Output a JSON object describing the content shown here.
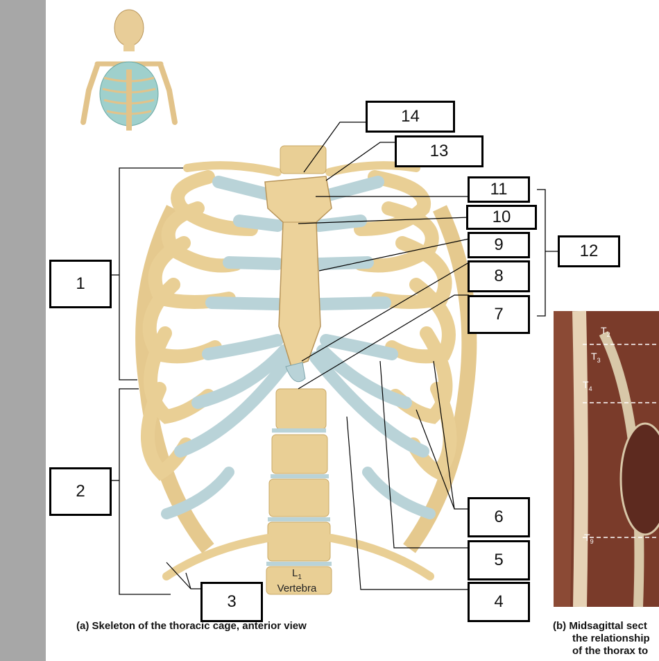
{
  "labels": [
    "1",
    "2",
    "3",
    "4",
    "5",
    "6",
    "7",
    "8",
    "9",
    "10",
    "11",
    "12",
    "13",
    "14"
  ],
  "vertebra": {
    "letter": "L",
    "sub": "1",
    "word": "Vertebra"
  },
  "thoracic": [
    {
      "letter": "T",
      "sub": "2"
    },
    {
      "letter": "T",
      "sub": "3"
    },
    {
      "letter": "T",
      "sub": "4"
    },
    {
      "letter": "T",
      "sub": "9"
    }
  ],
  "captions": {
    "a": "(a) Skeleton of the thoracic cage, anterior view",
    "b_lines": [
      "(b) Midsagittal sect",
      "the relationship",
      "of the thorax to"
    ]
  },
  "colors": {
    "bone": "#e9cf95",
    "cartilage": "#b9d3d8",
    "photo": "#7a3b2a",
    "gutter": "#a7a7a7"
  }
}
